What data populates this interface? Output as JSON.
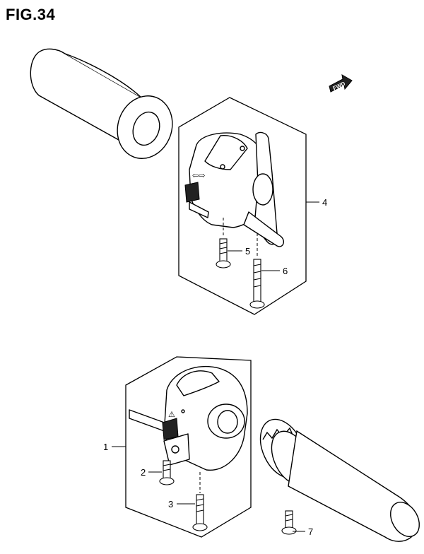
{
  "figure": {
    "title": "FIG.34"
  },
  "direction_marker": {
    "label": "FWD",
    "icon": "arrow-forward-icon"
  },
  "callouts": [
    {
      "id": "c1",
      "label": "1"
    },
    {
      "id": "c2",
      "label": "2"
    },
    {
      "id": "c3",
      "label": "3"
    },
    {
      "id": "c4",
      "label": "4"
    },
    {
      "id": "c5",
      "label": "5"
    },
    {
      "id": "c6",
      "label": "6"
    },
    {
      "id": "c7",
      "label": "7"
    }
  ]
}
